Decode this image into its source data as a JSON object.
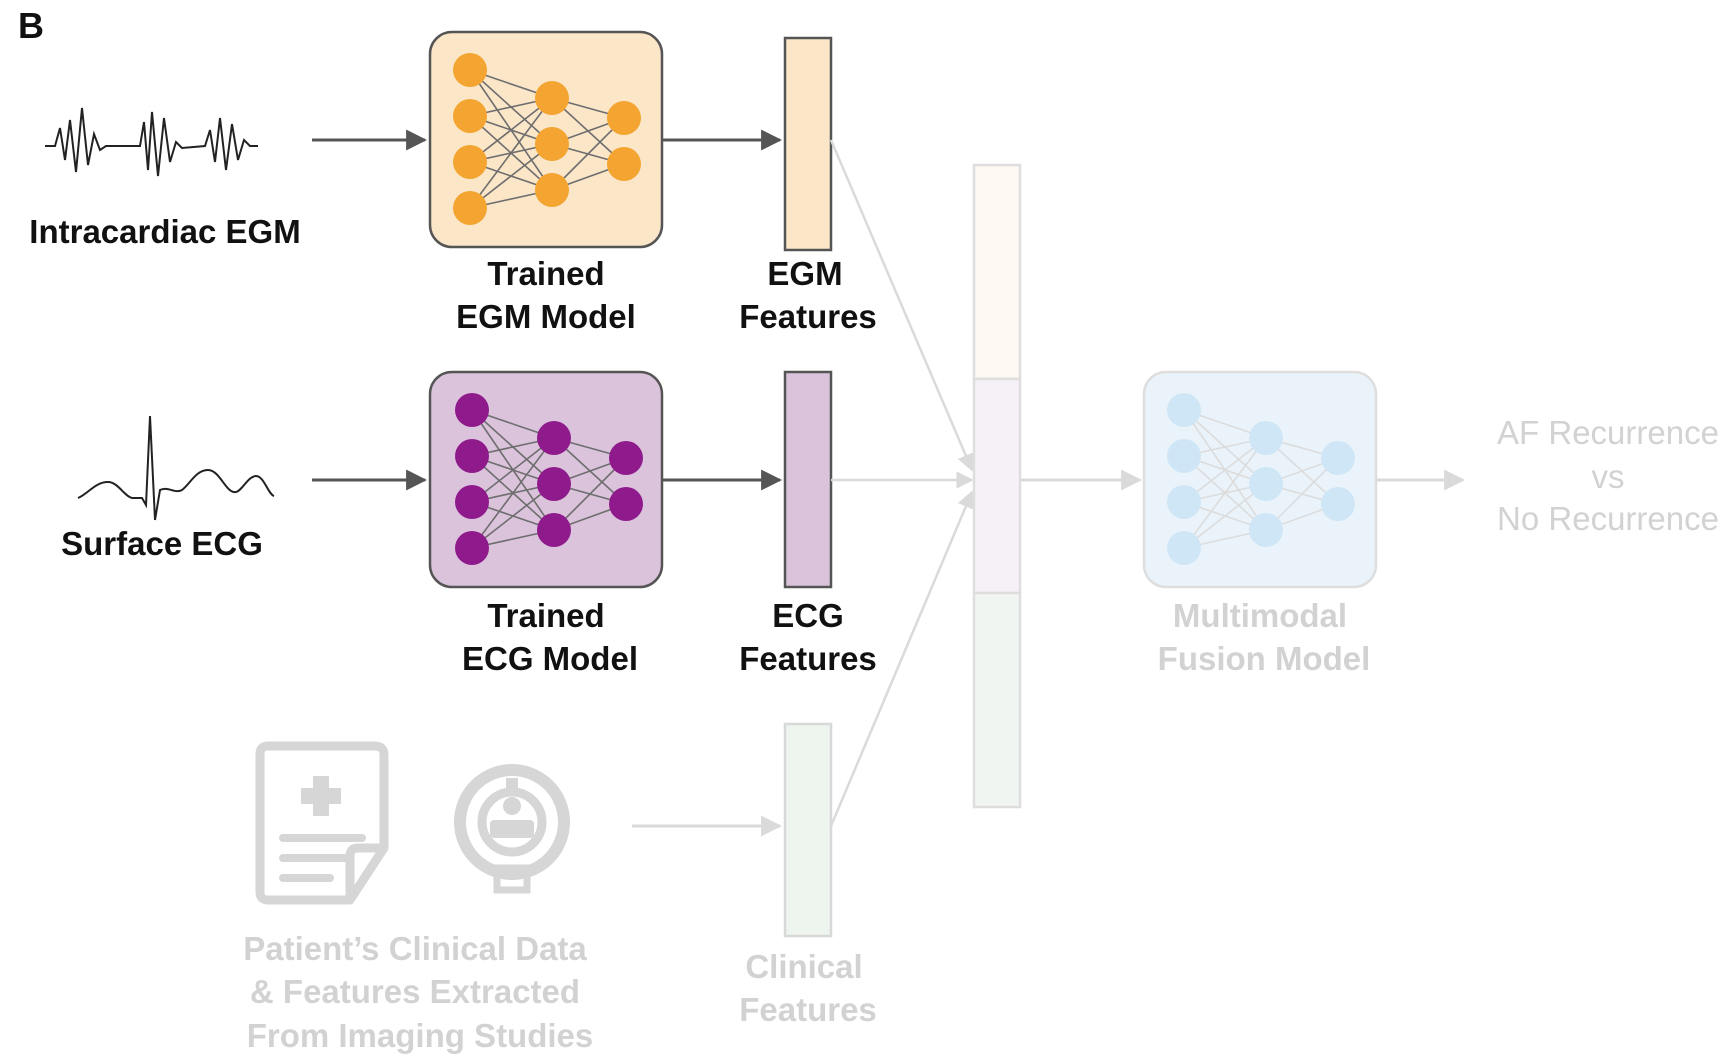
{
  "panel_label": "B",
  "inputs": {
    "egm": {
      "label": "Intracardiac EGM",
      "icon": "egm-waveform-icon"
    },
    "ecg": {
      "label": "Surface ECG",
      "icon": "ecg-waveform-icon"
    },
    "clinical": {
      "label_lines": [
        "Patient’s Clinical Data",
        "& Features Extracted",
        "From Imaging Studies"
      ],
      "icons": [
        "medical-record-icon",
        "mri-scanner-icon"
      ]
    }
  },
  "models": {
    "egm": {
      "label_lines": [
        "Trained",
        "EGM Model"
      ]
    },
    "ecg": {
      "label_lines": [
        "Trained",
        "ECG Model"
      ]
    },
    "fusion": {
      "label_lines": [
        "Multimodal",
        "Fusion Model"
      ]
    }
  },
  "features": {
    "egm": {
      "label_lines": [
        "EGM",
        "Features"
      ]
    },
    "ecg": {
      "label_lines": [
        "ECG",
        "Features"
      ]
    },
    "clinical": {
      "label_lines": [
        "Clinical",
        "Features"
      ]
    }
  },
  "output": {
    "label_lines": [
      "AF Recurrence",
      "vs",
      "No Recurrence"
    ]
  },
  "colors": {
    "egm_fill": "#fbe6c8",
    "egm_node": "#f4a531",
    "ecg_fill": "#dcc3dc",
    "ecg_node": "#8e1a8c",
    "fusion_fill": "#eaf3fa",
    "fusion_node": "#cfe6f6",
    "clinical_fill": "#eef4ee",
    "faded": "#d2d2d2",
    "arrow": "#555555"
  }
}
